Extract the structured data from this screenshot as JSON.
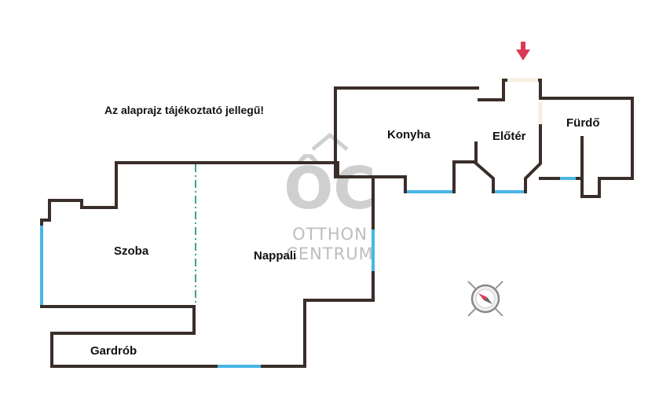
{
  "note": "Az alaprajz tájékoztató jellegű!",
  "rooms": {
    "szoba": "Szoba",
    "nappali": "Nappali",
    "konyha": "Konyha",
    "eloter": "Előtér",
    "furdo": "Fürdő",
    "gardrob": "Gardrób"
  },
  "watermark": {
    "logo": "ÔC",
    "line1": "OTTHON",
    "line2": "CENTRUM"
  },
  "colors": {
    "wall": "#3a2e2a",
    "window": "#48b6e6",
    "divider": "#3aa68a",
    "entrance_arrow": "#d93a55",
    "watermark": "#bdbdbd"
  },
  "icons": {
    "entrance": "down-arrow-icon",
    "compass": "compass-icon"
  }
}
